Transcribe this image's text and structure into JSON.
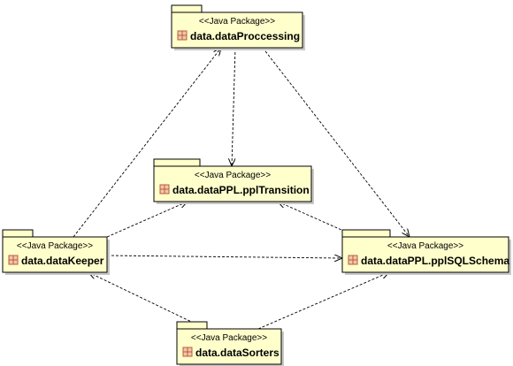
{
  "diagram": {
    "packages": [
      {
        "id": "proc",
        "stereotype": "<<Java Package>>",
        "name": "data.dataProccessing"
      },
      {
        "id": "trans",
        "stereotype": "<<Java Package>>",
        "name": "data.dataPPL.pplTransition"
      },
      {
        "id": "keeper",
        "stereotype": "<<Java Package>>",
        "name": "data.dataKeeper"
      },
      {
        "id": "schema",
        "stereotype": "<<Java Package>>",
        "name": "data.dataPPL.pplSQLSchema"
      },
      {
        "id": "sorters",
        "stereotype": "<<Java Package>>",
        "name": "data.dataSorters"
      }
    ],
    "dependencies": [
      {
        "from": "keeper",
        "to": "proc"
      },
      {
        "from": "keeper",
        "to": "trans"
      },
      {
        "from": "keeper",
        "to": "schema"
      },
      {
        "from": "proc",
        "to": "trans"
      },
      {
        "from": "proc",
        "to": "schema"
      },
      {
        "from": "schema",
        "to": "trans"
      },
      {
        "from": "sorters",
        "to": "keeper"
      },
      {
        "from": "sorters",
        "to": "schema"
      }
    ],
    "colors": {
      "package_fill": "#ffffcc",
      "outline": "#000000",
      "package_icon": "#b85c3c"
    }
  }
}
